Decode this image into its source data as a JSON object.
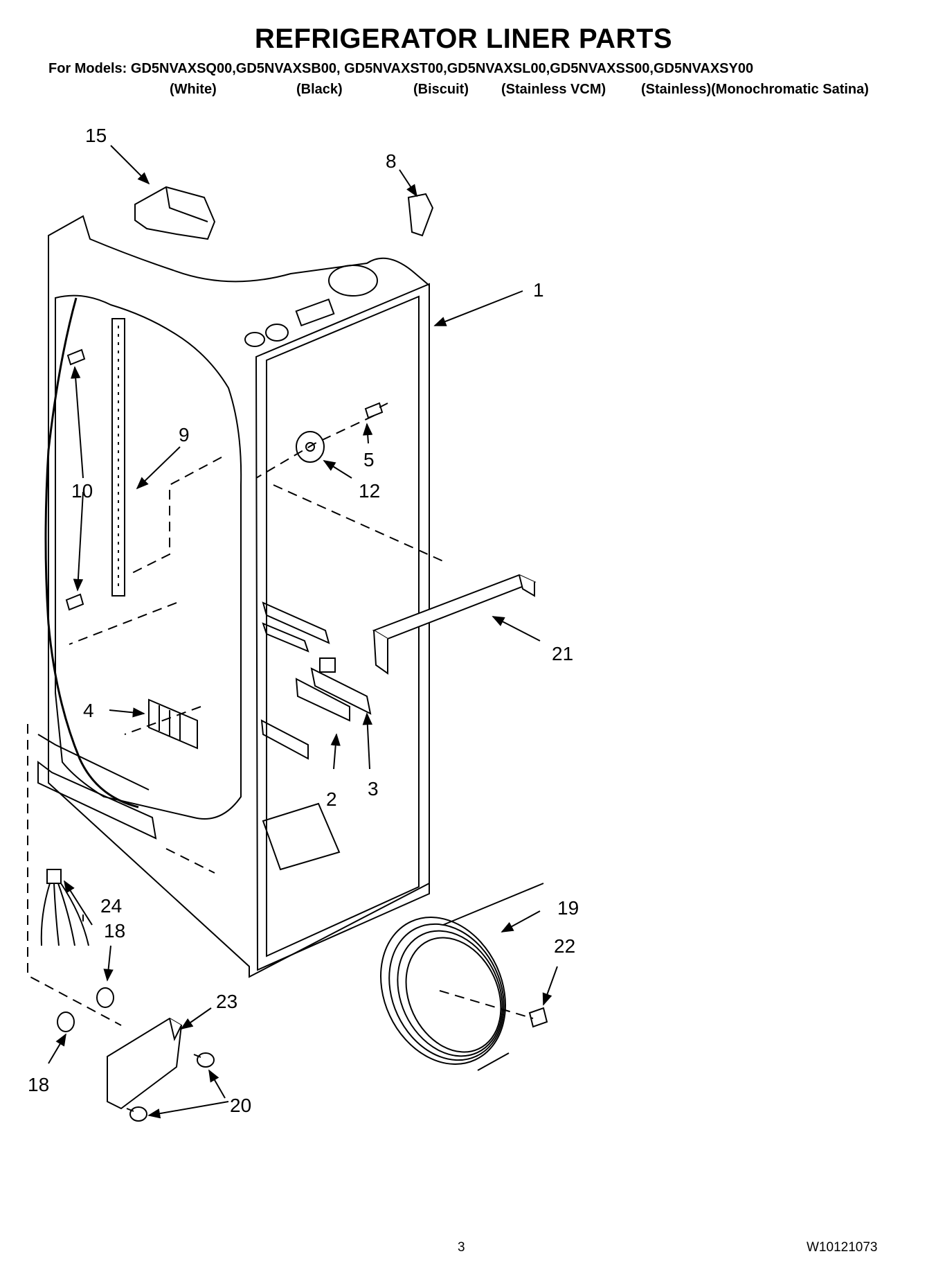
{
  "header": {
    "title": "REFRIGERATOR LINER PARTS",
    "models_line": "For Models: GD5NVAXSQ00,GD5NVAXSB00, GD5NVAXST00,GD5NVAXSL00,GD5NVAXSS00,GD5NVAXSY00",
    "finishes": [
      "(White)",
      "(Black)",
      "(Biscuit)",
      "(Stainless VCM)",
      "(Stainless)(Monochromatic Satina)"
    ]
  },
  "callouts": [
    "1",
    "2",
    "3",
    "4",
    "5",
    "8",
    "9",
    "10",
    "12",
    "15",
    "18",
    "18",
    "19",
    "20",
    "21",
    "22",
    "23",
    "24"
  ],
  "footer": {
    "page_number": "3",
    "doc_number": "W10121073"
  }
}
